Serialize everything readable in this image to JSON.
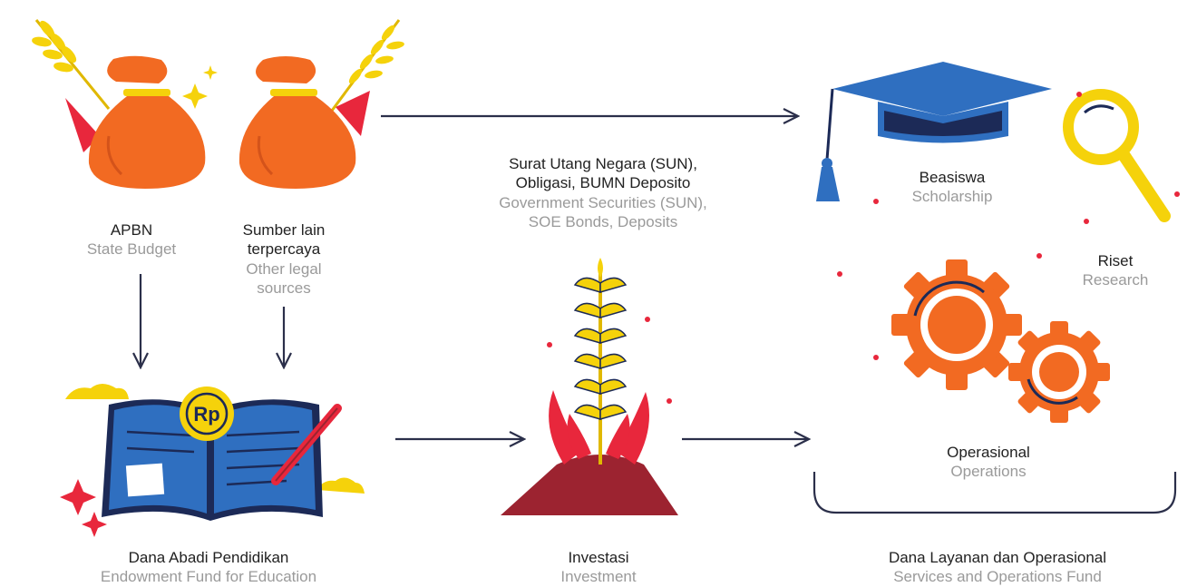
{
  "colors": {
    "orange": "#f26a22",
    "yellow": "#f5d20b",
    "red": "#e8273c",
    "blue": "#2f6fc0",
    "navy": "#1c2a57",
    "maroon": "#9c2330",
    "dark_line": "#2b2f4a"
  },
  "nodes": {
    "apbn": {
      "id": "APBN",
      "en": "State Budget"
    },
    "sumber": {
      "id_line1": "Sumber lain",
      "id_line2": "terpercaya",
      "en_line1": "Other legal",
      "en_line2": "sources"
    },
    "securities": {
      "id_line1": "Surat Utang Negara (SUN),",
      "id_line2": "Obligasi, BUMN Deposito",
      "en_line1": "Government Securities (SUN),",
      "en_line2": "SOE Bonds, Deposits"
    },
    "beasiswa": {
      "id": "Beasiswa",
      "en": "Scholarship"
    },
    "riset": {
      "id": "Riset",
      "en": "Research"
    },
    "operasional": {
      "id": "Operasional",
      "en": "Operations"
    },
    "dana_abadi": {
      "id": "Dana Abadi Pendidikan",
      "en": "Endowment Fund for Education"
    },
    "investasi": {
      "id": "Investasi",
      "en": "Investment"
    },
    "dana_layanan": {
      "id": "Dana Layanan dan Operasional",
      "en": "Services and Operations Fund"
    }
  },
  "icons": {
    "money_bag_1": "money-bag-icon",
    "money_bag_2": "money-bag-icon",
    "graduation_cap": "graduation-cap-icon",
    "magnifier": "magnifying-glass-icon",
    "gears": "gears-icon",
    "book": "open-book-icon",
    "coin": "rupiah-coin-icon",
    "coin_text": "Rp",
    "plant": "growing-plant-icon"
  }
}
